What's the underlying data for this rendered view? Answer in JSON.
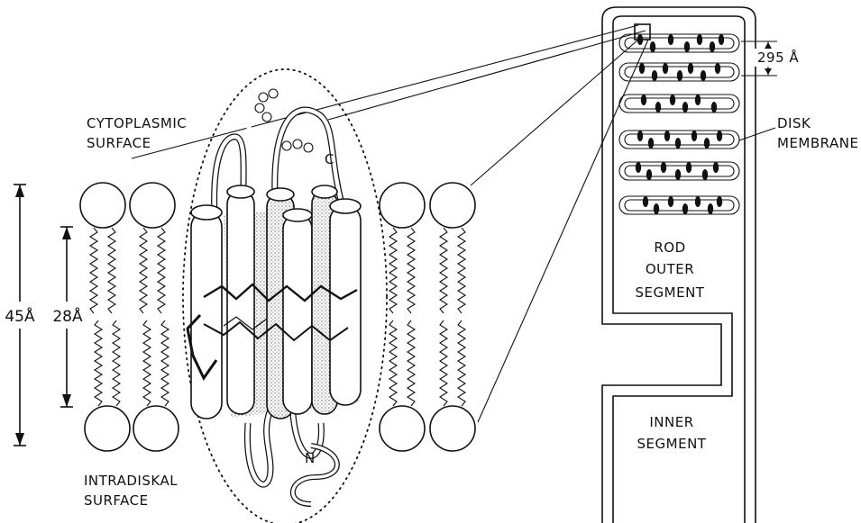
{
  "labels": {
    "cytoplasmic": [
      "CYTOPLASMIC",
      "SURFACE"
    ],
    "intradiskal": [
      "INTRADISKAL",
      "SURFACE"
    ],
    "dim_total": "45Å",
    "dim_core": "28Å",
    "disk_spacing": "295 Å",
    "disk_membrane": [
      "DISK",
      "MEMBRANE"
    ],
    "rod_outer_segment": [
      "ROD",
      "OUTER",
      "SEGMENT"
    ],
    "inner_segment": [
      "INNER",
      "SEGMENT"
    ],
    "c_terminus": "C",
    "n_terminus": "N"
  },
  "colors": {
    "ink": "#111111",
    "stipple": "#9a9a9a",
    "background": "#ffffff"
  }
}
